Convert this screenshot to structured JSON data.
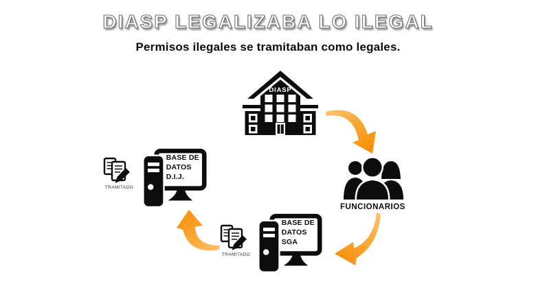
{
  "title": "DIASP LEGALIZABA LO ILEGAL",
  "subtitle": "Permisos ilegales se tramitaban como legales.",
  "building": {
    "sign": "DIASP"
  },
  "funcionarios": {
    "label": "FUNCIONARIOS"
  },
  "computers": {
    "dij": {
      "screen": "BASE DE\nDATOS\nD.I.J."
    },
    "sga": {
      "screen": "BASE DE\nDATOS\nSGA"
    }
  },
  "documents": {
    "dij": {
      "label": "TRAMITADO"
    },
    "sga": {
      "label": "TRAMITADO"
    }
  },
  "colors": {
    "arrow_gradient_start": "#FCC36F",
    "arrow_gradient_end": "#F6920C",
    "icon_black": "#0d0d0d",
    "background": "#ffffff"
  }
}
